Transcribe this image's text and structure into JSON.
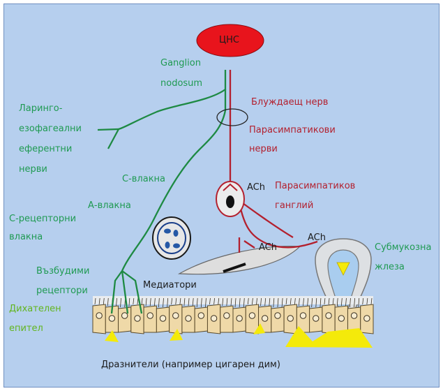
{
  "colors": {
    "background": "#b6cfee",
    "sensory_nerve": "#1e8a43",
    "motor_nerve": "#b3202e",
    "cns": "#e8141c",
    "irritant": "#f4ea0a"
  },
  "labels": {
    "cns": "ЦНС",
    "ganglion_nodosum": [
      "Ganglion",
      "nodosum"
    ],
    "laryngo": [
      "Ларинго-",
      "езофагеални",
      "еферентни",
      "нерви"
    ],
    "vagus": "Блуждаещ нерв",
    "parasymp_nerves": [
      "Парасимпатикови",
      "нерви"
    ],
    "ach_ganglion": "ACh",
    "parasymp_ganglion": [
      "Парасимпатиков",
      "ганглий"
    ],
    "c_fibers": "С-влакна",
    "a_fibers": "А-влакна",
    "c_receptor": [
      "С-рецепторни",
      "влакна"
    ],
    "ach_muscle": "ACh",
    "ach_gland": "ACh",
    "submucosal": [
      "Субмукозна",
      "жлеза"
    ],
    "excitable": [
      "Възбудими",
      "рецептори"
    ],
    "mediators": "Медиатори",
    "epithelium": [
      "Дихателен",
      "епител"
    ],
    "irritants": "Дразнители (например цигарен дим)"
  }
}
